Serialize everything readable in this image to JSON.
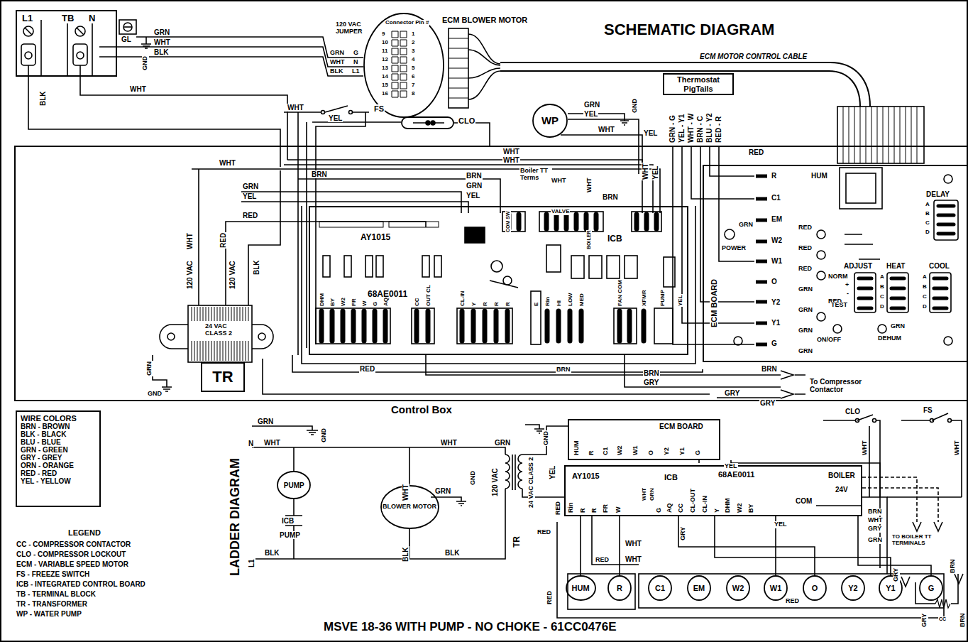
{
  "diagram": {
    "title": "SCHEMATIC DIAGRAM",
    "caption": "MSVE 18-36 WITH PUMP - NO CHOKE - 61CC0476E",
    "nodes": [
      {
        "text": [
          "L1",
          "TB",
          "N"
        ]
      },
      {
        "text": [
          "Connector Pin #"
        ]
      },
      {
        "text": [
          "CLO"
        ]
      },
      {
        "text": [
          "WP"
        ]
      },
      {
        "text": [
          "Thermostat PigTails"
        ]
      },
      {
        "text": [
          "Control Box"
        ]
      },
      {
        "text": [
          "AY1015",
          "68AE0011",
          "ICB"
        ],
        "in": 5
      },
      {
        "text": [
          "ECM BOARD"
        ],
        "in": 5
      },
      {
        "text": [
          "TR"
        ],
        "in": 5
      },
      {
        "text": [
          "WIRE COLORS",
          "BRN - BROWN",
          "BLK - BLACK",
          "BLU - BLUE",
          "GRN - GREEN",
          "GRY - GREY",
          "ORN - ORANGE",
          "RED - RED",
          "YEL - YELLOW"
        ]
      },
      {
        "text": [
          "PUMP"
        ]
      },
      {
        "text": [
          "BLOWER MOTOR"
        ]
      },
      {
        "text": [
          "ECM BOARD"
        ]
      },
      {
        "text": [
          "AY1015",
          "ICB",
          "68AE0011"
        ]
      },
      {
        "text": [
          "HUM"
        ]
      },
      {
        "text": [
          "R"
        ]
      },
      {
        "text": [
          "C1"
        ]
      },
      {
        "text": [
          "EM"
        ]
      },
      {
        "text": [
          "W2"
        ]
      },
      {
        "text": [
          "W1"
        ]
      },
      {
        "text": [
          "O"
        ]
      },
      {
        "text": [
          "Y2"
        ]
      },
      {
        "text": [
          "Y1"
        ]
      },
      {
        "text": [
          "G"
        ]
      }
    ],
    "edges": [
      {
        "from": 15,
        "to": 13,
        "arrow": "none"
      },
      {
        "from": 19,
        "to": 13,
        "arrow": "none"
      },
      {
        "from": 23,
        "to": 13,
        "arrow": "none"
      }
    ],
    "labels": [
      "GL",
      "GND",
      "GRN",
      "WHT",
      "BLK",
      "WHT",
      "BLK",
      "GRN",
      "G",
      "WHT",
      "N",
      "BLK",
      "L1",
      "120 VAC JUMPER",
      "ECM BLOWER MOTOR",
      "9",
      "10",
      "11",
      "12",
      "13",
      "14",
      "15",
      "16",
      "1",
      "2",
      "3",
      "4",
      "5",
      "6",
      "7",
      "8",
      "ECM MOTOR CONTROL CABLE",
      "WHT",
      "FS",
      "YEL",
      "GRN",
      "YEL",
      "WHT",
      "GND",
      "YEL",
      "GRN - G",
      "YEL - Y1",
      "WHT - W",
      "BRN - C",
      "BLU - Y2",
      "RED - R",
      "WHT",
      "GRN",
      "YEL",
      "RED",
      "BRN",
      "WHT",
      "WHT",
      "BRN",
      "GRN",
      "YEL",
      "Boiler TT Terms",
      "WHT",
      "WHT",
      "BRN",
      "WHT",
      "YEL",
      "RED",
      "120 VAC",
      "WHT",
      "RED",
      "120 VAC",
      "BLK",
      "24 VAC CLASS 2",
      "GRN",
      "GND",
      "RED",
      "BRN",
      "BRN",
      "GRY",
      "BRN",
      "GRY",
      "GRY",
      "To Compressor Contactor",
      "DHM",
      "BY",
      "W2",
      "FR",
      "W",
      "G",
      "AQ",
      "CC",
      "OUT CL",
      "CL-IN",
      "Y",
      "R",
      "R",
      "R",
      "E",
      "Rin",
      "HI",
      "LOW",
      "MED",
      "FAN COM",
      "XFMR",
      "PUMP",
      "YEL",
      "COM SW",
      "VALVE",
      "BOILER",
      "R",
      "HUM",
      "C1",
      "EM",
      "W2",
      "W1",
      "O",
      "Y2",
      "Y1",
      "G",
      "RED",
      "RED",
      "RED",
      "GRN",
      "GRN",
      "GRN",
      "GRN",
      "RED",
      "POWER",
      "GRN",
      "DELAY",
      "A",
      "B",
      "C",
      "D",
      "ADJUST",
      "NORM",
      "+",
      "-",
      "TEST",
      "HEAT",
      "A",
      "B",
      "C",
      "D",
      "COOL",
      "A",
      "B",
      "C",
      "D",
      "ON/OFF",
      "GRN",
      "DEHUM",
      "LEGEND",
      "CC - COMPRESSOR CONTACTOR",
      "CLO - COMPRESSOR LOCKOUT",
      "ECM - VARIABLE SPEED MOTOR",
      "FS - FREEZE SWITCH",
      "ICB - INTEGRATED CONTROL BOARD",
      "TB - TERMINAL BLOCK",
      "TR - TRANSFORMER",
      "WP - WATER PUMP",
      "LADDER DIAGRAM",
      "GRN",
      "GND",
      "N",
      "WHT",
      "ICB",
      "PUMP",
      "L1",
      "BLK",
      "WHT",
      "WHT",
      "GRN",
      "GND",
      "BLK",
      "BLK",
      "GRN",
      "GND",
      "YEL",
      "120 VAC",
      "24 VAC CLASS 2",
      "TR",
      "RED",
      "RED",
      "RED",
      "RED",
      "RED",
      "WHT",
      "WHT",
      "GRY",
      "YEL",
      "BRN",
      "WHT",
      "GRY",
      "GRN",
      "GRY",
      "BRN",
      "GRY",
      "BRN",
      "CC",
      "TO BOILER TT TERMINALS",
      "WHT",
      "WHT",
      "CLO",
      "FS",
      "BOILER",
      "24V",
      "WHT",
      "GRN",
      "HUM",
      "R",
      "C1",
      "W2",
      "W1",
      "O",
      "Y2",
      "Y1",
      "G",
      "YEL",
      "Rin",
      "R",
      "R",
      "FR",
      "W",
      "G",
      "AQ",
      "CC",
      "CL-OUT",
      "CL-IN",
      "Y",
      "DHM",
      "W2",
      "BY",
      "COM"
    ]
  }
}
